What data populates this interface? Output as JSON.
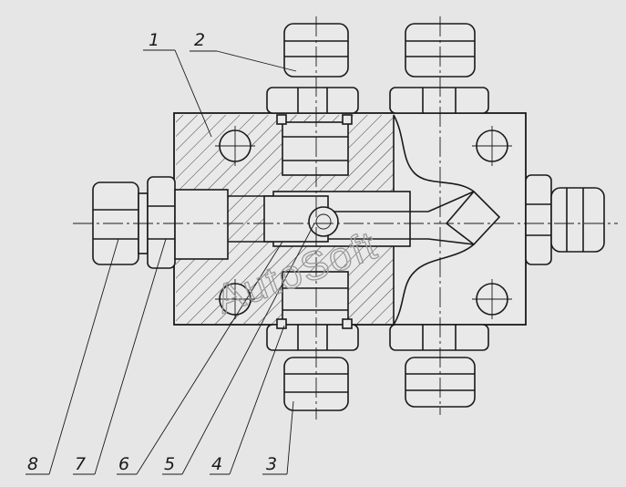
{
  "callouts": [
    {
      "label": "1"
    },
    {
      "label": "2"
    },
    {
      "label": "3"
    },
    {
      "label": "4"
    },
    {
      "label": "5"
    },
    {
      "label": "6"
    },
    {
      "label": "7"
    },
    {
      "label": "8"
    }
  ],
  "watermark": {
    "text": "AutoSoft"
  },
  "colors": {
    "background": "#e6e6e6",
    "ink": "#1a1a1a",
    "watermark": "#9a9a9a"
  }
}
